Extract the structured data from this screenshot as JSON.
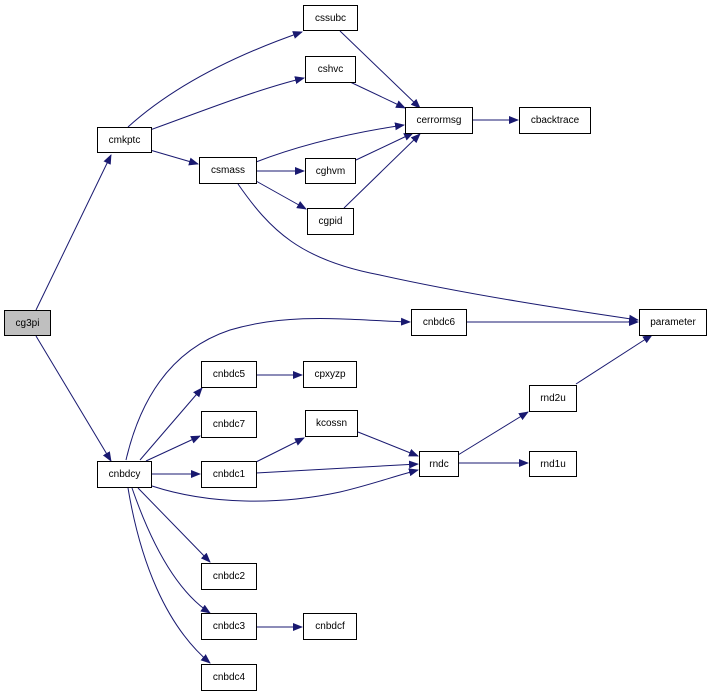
{
  "nodes": {
    "cg3pi": "cg3pi",
    "cmkptc": "cmkptc",
    "cnbdcy": "cnbdcy",
    "cssubc": "cssubc",
    "cshvc": "cshvc",
    "csmass": "csmass",
    "cerrormsg": "cerrormsg",
    "cbacktrace": "cbacktrace",
    "cghvm": "cghvm",
    "cgpid": "cgpid",
    "parameter": "parameter",
    "cnbdc6": "cnbdc6",
    "cnbdc5": "cnbdc5",
    "cpxyzp": "cpxyzp",
    "cnbdc7": "cnbdc7",
    "kcossn": "kcossn",
    "cnbdc1": "cnbdc1",
    "rndc": "rndc",
    "rnd2u": "rnd2u",
    "rnd1u": "rnd1u",
    "cnbdc2": "cnbdc2",
    "cnbdc3": "cnbdc3",
    "cnbdcf": "cnbdcf",
    "cnbdc4": "cnbdc4"
  },
  "colors": {
    "edge": "#191970",
    "root_fill": "#bfbfbf"
  }
}
